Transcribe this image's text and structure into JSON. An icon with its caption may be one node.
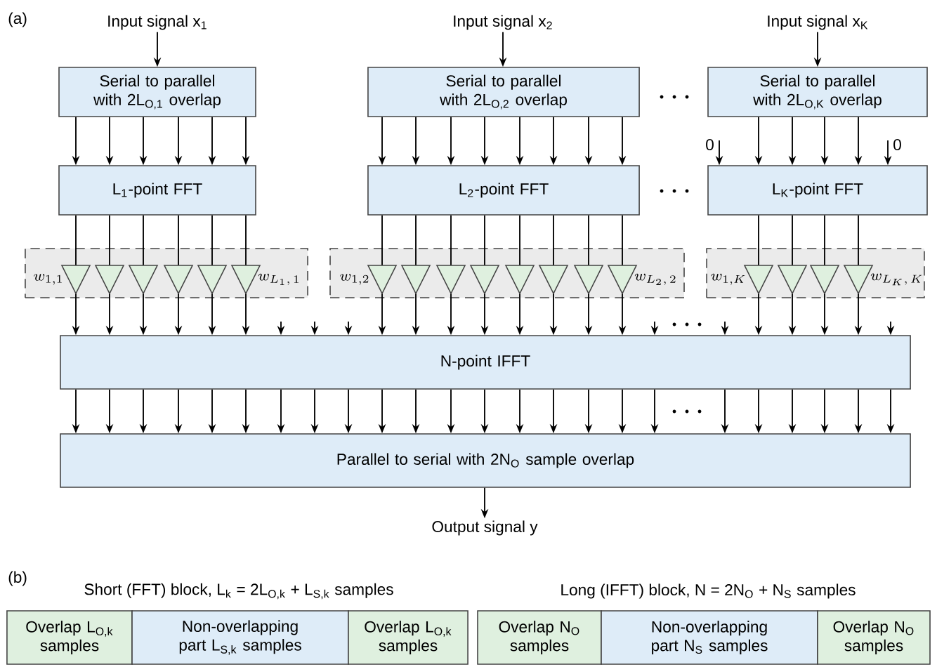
{
  "diagram": {
    "nodes": [
      {
        "text": [
          "Input signal x$_{1}$"
        ]
      },
      {
        "text": [
          "Input signal x$_{2}$"
        ]
      },
      {
        "text": [
          "Input signal x$_{K}$"
        ]
      },
      {
        "text": [
          "Serial to parallel with 2L$_{O,1}$ overlap"
        ]
      },
      {
        "text": [
          "Serial to parallel with 2L$_{O,2}$ overlap"
        ]
      },
      {
        "text": [
          "Serial to parallel with 2L$_{O,K}$ overlap"
        ]
      },
      {
        "text": [
          "L$_{1}$-point FFT"
        ]
      },
      {
        "text": [
          "L$_{2}$-point FFT"
        ]
      },
      {
        "text": [
          "L$_{K}$-point FFT"
        ]
      },
      {
        "text": [],
        "shape": "box"
      },
      {
        "text": [],
        "shape": "triangle",
        "in": 9,
        "beside": [
          "w_{1,1}"
        ]
      },
      {
        "text": [],
        "shape": "triangle",
        "in": 9
      },
      {
        "text": [],
        "shape": "triangle",
        "in": 9
      },
      {
        "text": [],
        "shape": "triangle",
        "in": 9
      },
      {
        "text": [],
        "shape": "triangle",
        "in": 9
      },
      {
        "text": [],
        "shape": "triangle",
        "in": 9,
        "beside": [
          "w_{L_1,\\,1}"
        ]
      },
      {
        "text": [],
        "shape": "box"
      },
      {
        "text": [],
        "shape": "triangle",
        "in": 16,
        "beside": [
          "w_{1,2}"
        ]
      },
      {
        "text": [],
        "shape": "triangle",
        "in": 16
      },
      {
        "text": [],
        "shape": "triangle",
        "in": 16
      },
      {
        "text": [],
        "shape": "triangle",
        "in": 16
      },
      {
        "text": [],
        "shape": "triangle",
        "in": 16
      },
      {
        "text": [],
        "shape": "triangle",
        "in": 16
      },
      {
        "text": [],
        "shape": "triangle",
        "in": 16
      },
      {
        "text": [],
        "shape": "triangle",
        "in": 16,
        "beside": [
          "w_{L_2,\\,2}"
        ]
      },
      {
        "text": [],
        "shape": "box"
      },
      {
        "text": [],
        "shape": "triangle",
        "in": 25,
        "beside": [
          "w_{1,K}"
        ]
      },
      {
        "text": [],
        "shape": "triangle",
        "in": 25
      },
      {
        "text": [],
        "shape": "triangle",
        "in": 25
      },
      {
        "text": [],
        "shape": "triangle",
        "in": 25,
        "beside": [
          "w_{L_K,\\,K}"
        ]
      },
      {
        "text": [
          "N-point IFFT"
        ]
      },
      {
        "text": [
          "Parallel to serial with 2N$_{O}$ sample overlap"
        ]
      },
      {
        "text": [
          "Output signal y"
        ]
      },
      {
        "text": [
          "Overlap L$_{O,k}$ samples"
        ]
      },
      {
        "text": [
          "Non-overlapping part L$_{S,k}$ samples"
        ]
      },
      {
        "text": [
          "Overlap L$_{O,k}$ samples"
        ]
      },
      {
        "text": [
          "Overlap N$_{O}$ samples"
        ]
      },
      {
        "text": [
          "Non-overlapping part N$_{S}$ samples"
        ]
      },
      {
        "text": [
          "Overlap N$_{O}$ samples"
        ]
      }
    ],
    "edges": [
      {
        "from": 0,
        "to": 3,
        "arrow": "to"
      },
      {
        "from": 1,
        "to": 4,
        "arrow": "to"
      },
      {
        "from": 2,
        "to": 5,
        "arrow": "to"
      },
      {
        "from": 3,
        "to": 6,
        "arrow": "to"
      },
      {
        "from": 3,
        "to": 6,
        "arrow": "to"
      },
      {
        "from": 3,
        "to": 6,
        "arrow": "to"
      },
      {
        "from": 3,
        "to": 6,
        "arrow": "to"
      },
      {
        "from": 3,
        "to": 6,
        "arrow": "to"
      },
      {
        "from": 3,
        "to": 6,
        "arrow": "to"
      },
      {
        "from": 4,
        "to": 7,
        "arrow": "to"
      },
      {
        "from": 4,
        "to": 7,
        "arrow": "to"
      },
      {
        "from": 4,
        "to": 7,
        "arrow": "to"
      },
      {
        "from": 4,
        "to": 7,
        "arrow": "to"
      },
      {
        "from": 4,
        "to": 7,
        "arrow": "to"
      },
      {
        "from": 4,
        "to": 7,
        "arrow": "to"
      },
      {
        "from": 4,
        "to": 7,
        "arrow": "to"
      },
      {
        "from": 4,
        "to": 7,
        "arrow": "to"
      },
      {
        "from": 5,
        "to": 8,
        "arrow": "to"
      },
      {
        "from": 5,
        "to": 8,
        "arrow": "to"
      },
      {
        "from": 5,
        "to": 8,
        "arrow": "to"
      },
      {
        "from": 5,
        "to": 8,
        "arrow": "to"
      },
      {
        "from": null,
        "to": 8,
        "arrow": "to",
        "label": "0"
      },
      {
        "from": null,
        "to": 8,
        "arrow": "to",
        "label": "0"
      },
      {
        "from": 6,
        "to": 10,
        "arrow": "none"
      },
      {
        "from": 6,
        "to": 11,
        "arrow": "none"
      },
      {
        "from": 6,
        "to": 12,
        "arrow": "none"
      },
      {
        "from": 6,
        "to": 13,
        "arrow": "none"
      },
      {
        "from": 6,
        "to": 14,
        "arrow": "none"
      },
      {
        "from": 6,
        "to": 15,
        "arrow": "none"
      },
      {
        "from": 7,
        "to": 17,
        "arrow": "none"
      },
      {
        "from": 7,
        "to": 18,
        "arrow": "none"
      },
      {
        "from": 7,
        "to": 19,
        "arrow": "none"
      },
      {
        "from": 7,
        "to": 20,
        "arrow": "none"
      },
      {
        "from": 7,
        "to": 21,
        "arrow": "none"
      },
      {
        "from": 7,
        "to": 22,
        "arrow": "none"
      },
      {
        "from": 7,
        "to": 23,
        "arrow": "none"
      },
      {
        "from": 7,
        "to": 24,
        "arrow": "none"
      },
      {
        "from": 8,
        "to": 26,
        "arrow": "none"
      },
      {
        "from": 8,
        "to": 27,
        "arrow": "none"
      },
      {
        "from": 8,
        "to": 28,
        "arrow": "none"
      },
      {
        "from": 8,
        "to": 29,
        "arrow": "none"
      },
      {
        "from": 10,
        "to": 30,
        "arrow": "to"
      },
      {
        "from": 11,
        "to": 30,
        "arrow": "to"
      },
      {
        "from": 12,
        "to": 30,
        "arrow": "to"
      },
      {
        "from": 13,
        "to": 30,
        "arrow": "to"
      },
      {
        "from": 14,
        "to": 30,
        "arrow": "to"
      },
      {
        "from": 15,
        "to": 30,
        "arrow": "to"
      },
      {
        "from": 17,
        "to": 30,
        "arrow": "to"
      },
      {
        "from": 18,
        "to": 30,
        "arrow": "to"
      },
      {
        "from": 19,
        "to": 30,
        "arrow": "to"
      },
      {
        "from": 20,
        "to": 30,
        "arrow": "to"
      },
      {
        "from": 21,
        "to": 30,
        "arrow": "to"
      },
      {
        "from": 22,
        "to": 30,
        "arrow": "to"
      },
      {
        "from": 23,
        "to": 30,
        "arrow": "to"
      },
      {
        "from": 24,
        "to": 30,
        "arrow": "to"
      },
      {
        "from": 26,
        "to": 30,
        "arrow": "to"
      },
      {
        "from": 27,
        "to": 30,
        "arrow": "to"
      },
      {
        "from": 28,
        "to": 30,
        "arrow": "to"
      },
      {
        "from": 29,
        "to": 30,
        "arrow": "to"
      },
      {
        "from": null,
        "to": 30,
        "arrow": "to"
      },
      {
        "from": null,
        "to": 30,
        "arrow": "to"
      },
      {
        "from": null,
        "to": 30,
        "arrow": "to"
      },
      {
        "from": null,
        "to": 30,
        "arrow": "to"
      },
      {
        "from": null,
        "to": 30,
        "arrow": "to"
      },
      {
        "from": null,
        "to": 30,
        "arrow": "to"
      },
      {
        "from": 30,
        "to": 31,
        "arrow": "to"
      },
      {
        "from": 30,
        "to": 31,
        "arrow": "to"
      },
      {
        "from": 30,
        "to": 31,
        "arrow": "to"
      },
      {
        "from": 30,
        "to": 31,
        "arrow": "to"
      },
      {
        "from": 30,
        "to": 31,
        "arrow": "to"
      },
      {
        "from": 30,
        "to": 31,
        "arrow": "to"
      },
      {
        "from": 30,
        "to": 31,
        "arrow": "to"
      },
      {
        "from": 30,
        "to": 31,
        "arrow": "to"
      },
      {
        "from": 30,
        "to": 31,
        "arrow": "to"
      },
      {
        "from": 30,
        "to": 31,
        "arrow": "to"
      },
      {
        "from": 30,
        "to": 31,
        "arrow": "to"
      },
      {
        "from": 30,
        "to": 31,
        "arrow": "to"
      },
      {
        "from": 30,
        "to": 31,
        "arrow": "to"
      },
      {
        "from": 30,
        "to": 31,
        "arrow": "to"
      },
      {
        "from": 30,
        "to": 31,
        "arrow": "to"
      },
      {
        "from": 30,
        "to": 31,
        "arrow": "to"
      },
      {
        "from": 30,
        "to": 31,
        "arrow": "to"
      },
      {
        "from": 30,
        "to": 31,
        "arrow": "to"
      },
      {
        "from": 30,
        "to": 31,
        "arrow": "to"
      },
      {
        "from": 30,
        "to": 31,
        "arrow": "to"
      },
      {
        "from": 30,
        "to": 31,
        "arrow": "to"
      },
      {
        "from": 30,
        "to": 31,
        "arrow": "to"
      },
      {
        "from": 30,
        "to": 31,
        "arrow": "to"
      },
      {
        "from": 30,
        "to": 31,
        "arrow": "to"
      },
      {
        "from": 31,
        "to": 32,
        "arrow": "to"
      }
    ],
    "labels": [
      "(a)",
      "(b)",
      "Short (FFT) block, L$_{k}$ = 2L$_{O,k}$ + L$_{S,k}$ samples",
      "Long (IFFT) block, N = 2N$_{O}$ + N$_{S}$ samples"
    ]
  }
}
